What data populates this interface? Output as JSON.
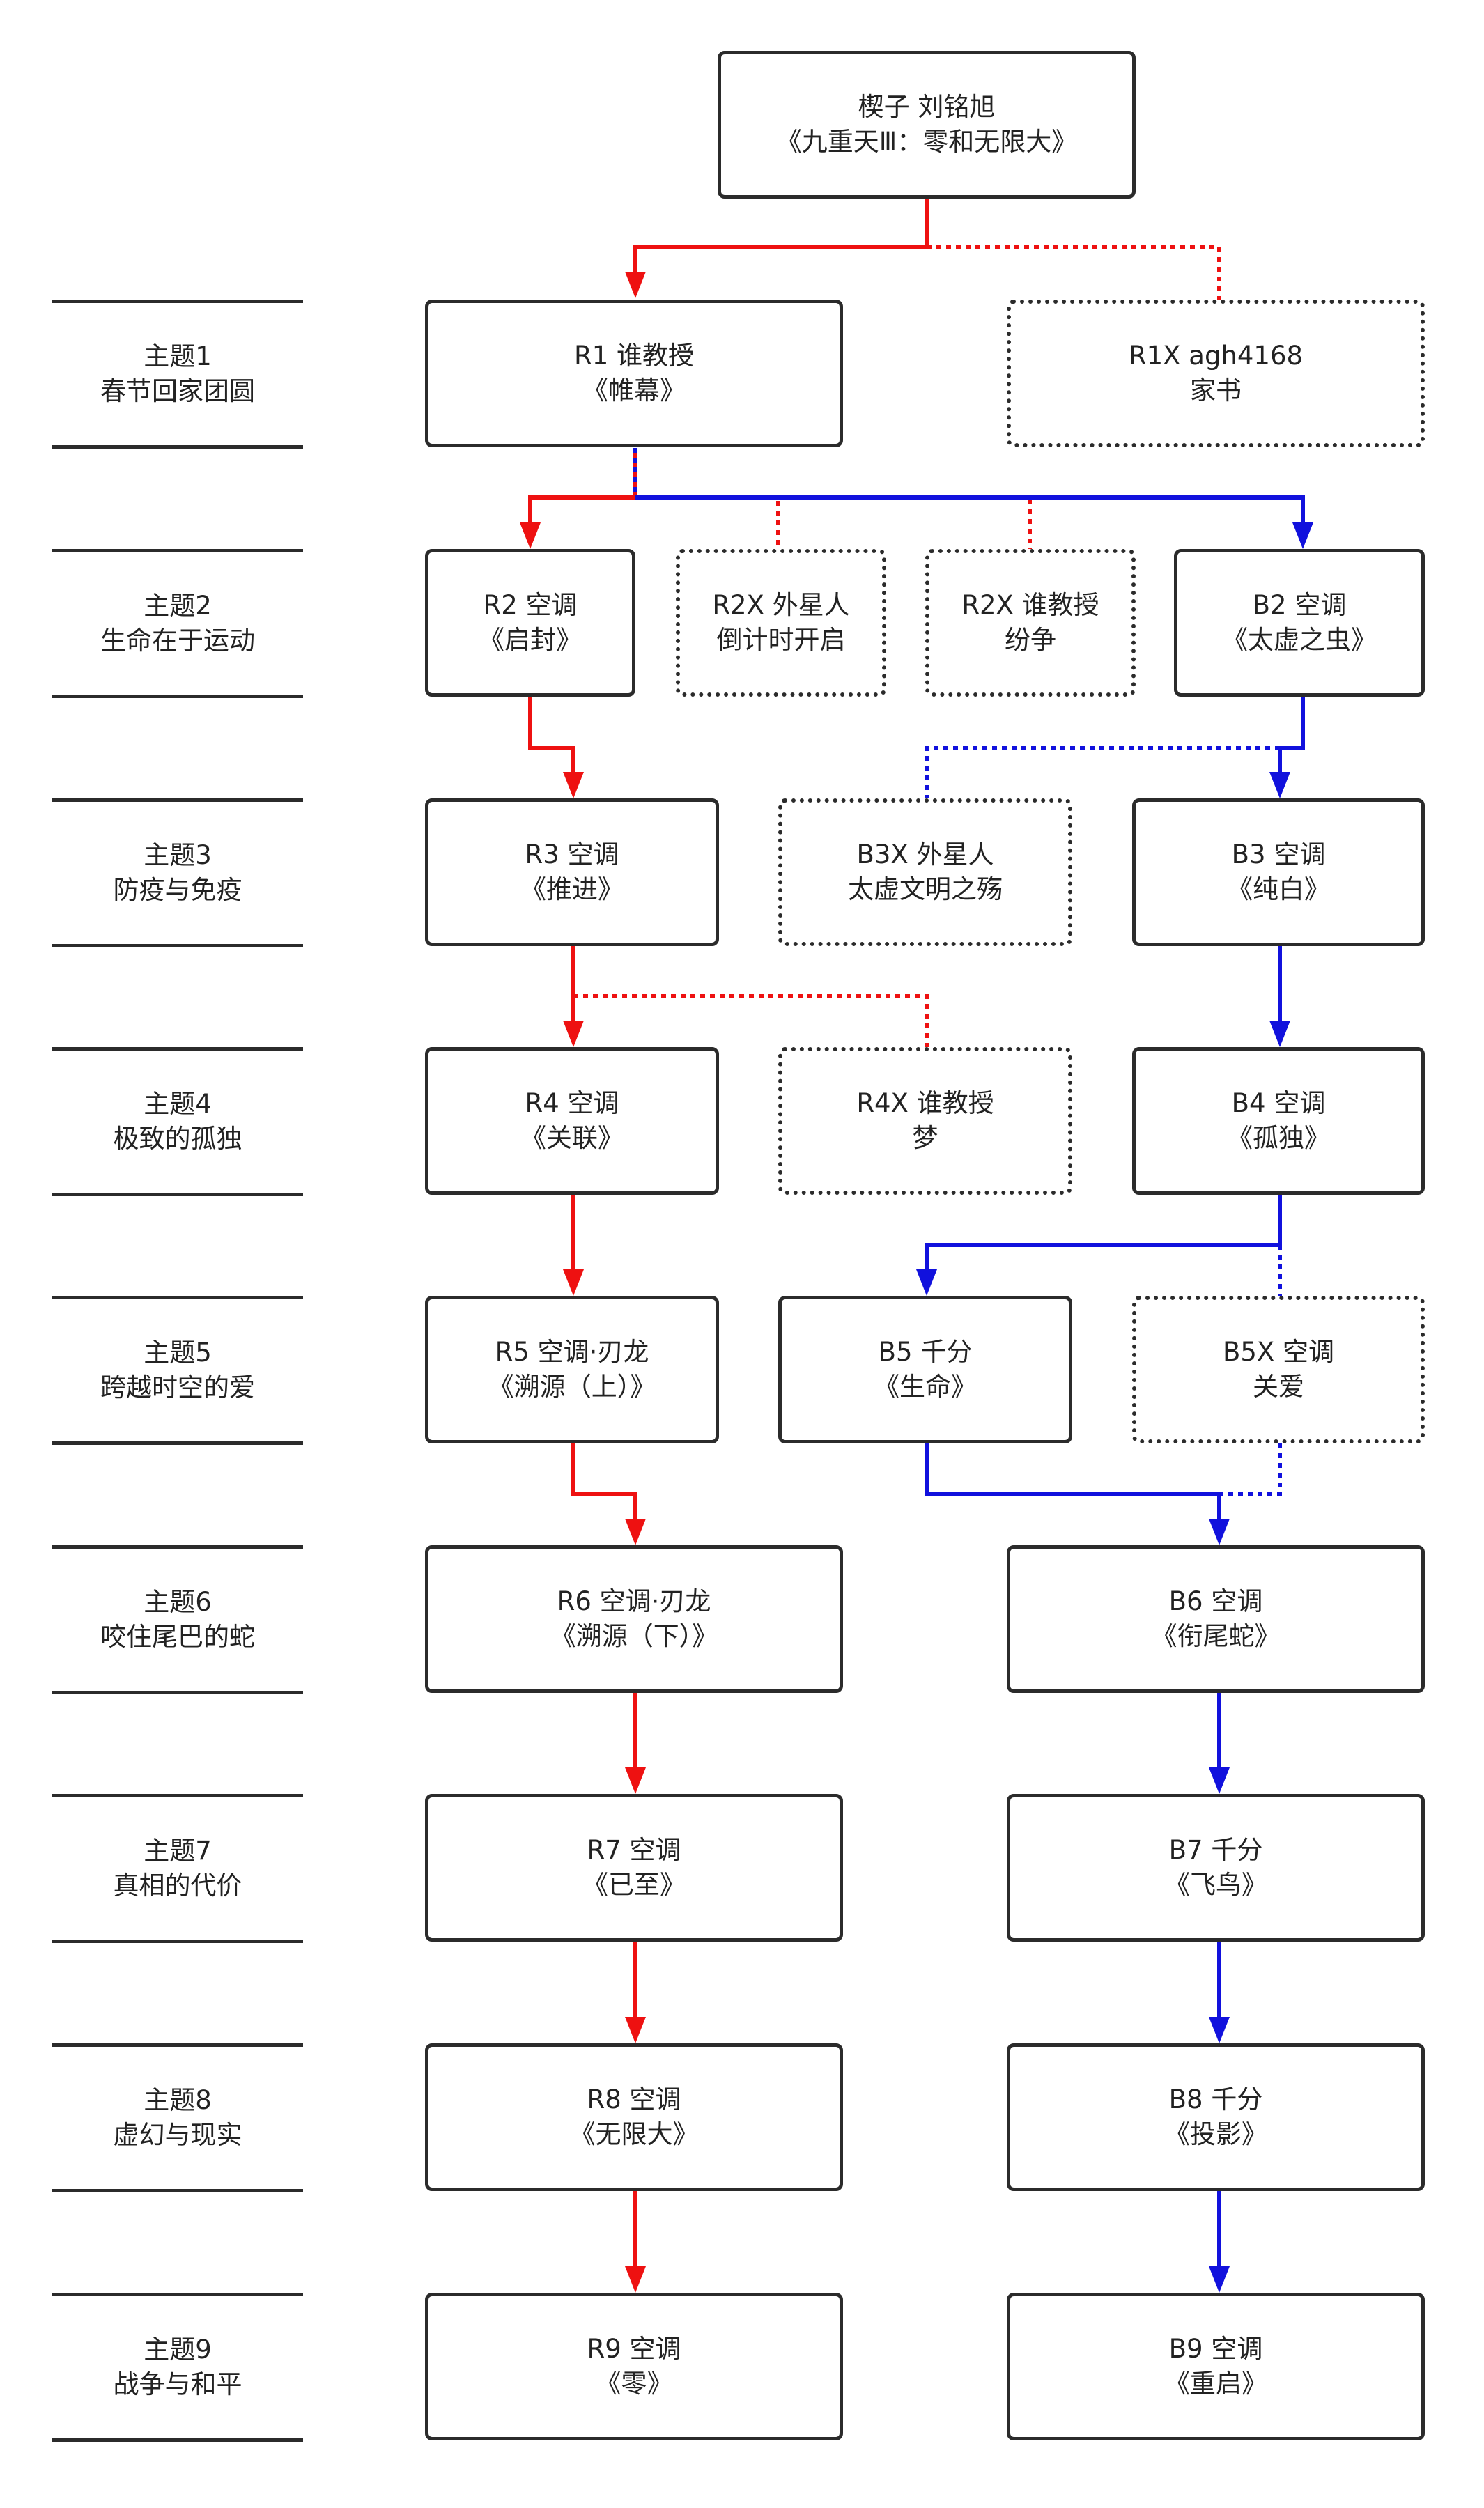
{
  "root": {
    "line1": "楔子 刘铭旭",
    "line2": "《九重天Ⅲ：零和无限大》"
  },
  "themes": [
    {
      "line1": "主题1",
      "line2": "春节回家团圆"
    },
    {
      "line1": "主题2",
      "line2": "生命在于运动"
    },
    {
      "line1": "主题3",
      "line2": "防疫与免疫"
    },
    {
      "line1": "主题4",
      "line2": "极致的孤独"
    },
    {
      "line1": "主题5",
      "line2": "跨越时空的爱"
    },
    {
      "line1": "主题6",
      "line2": "咬住尾巴的蛇"
    },
    {
      "line1": "主题7",
      "line2": "真相的代价"
    },
    {
      "line1": "主题8",
      "line2": "虚幻与现实"
    },
    {
      "line1": "主题9",
      "line2": "战争与和平"
    }
  ],
  "nodes": {
    "r1": {
      "line1": "R1 谁教授",
      "line2": "《帷幕》"
    },
    "r1x": {
      "line1": "R1X agh4168",
      "line2": "家书"
    },
    "r2": {
      "line1": "R2 空调",
      "line2": "《启封》"
    },
    "r2x_a": {
      "line1": "R2X 外星人",
      "line2": "倒计时开启"
    },
    "r2x_b": {
      "line1": "R2X 谁教授",
      "line2": "纷争"
    },
    "b2": {
      "line1": "B2 空调",
      "line2": "《太虚之虫》"
    },
    "r3": {
      "line1": "R3 空调",
      "line2": "《推进》"
    },
    "b3x": {
      "line1": "B3X 外星人",
      "line2": "太虚文明之殇"
    },
    "b3": {
      "line1": "B3 空调",
      "line2": "《纯白》"
    },
    "r4": {
      "line1": "R4 空调",
      "line2": "《关联》"
    },
    "r4x": {
      "line1": "R4X 谁教授",
      "line2": "梦"
    },
    "b4": {
      "line1": "B4 空调",
      "line2": "《孤独》"
    },
    "r5": {
      "line1": "R5 空调·刃龙",
      "line2": "《溯源（上）》"
    },
    "b5": {
      "line1": "B5 千分",
      "line2": "《生命》"
    },
    "b5x": {
      "line1": "B5X 空调",
      "line2": "关爱"
    },
    "r6": {
      "line1": "R6 空调·刃龙",
      "line2": "《溯源（下）》"
    },
    "b6": {
      "line1": "B6 空调",
      "line2": "《衔尾蛇》"
    },
    "r7": {
      "line1": "R7 空调",
      "line2": "《已至》"
    },
    "b7": {
      "line1": "B7 千分",
      "line2": "《飞鸟》"
    },
    "r8": {
      "line1": "R8 空调",
      "line2": "《无限大》"
    },
    "b8": {
      "line1": "B8 千分",
      "line2": "《投影》"
    },
    "r9": {
      "line1": "R9 空调",
      "line2": "《零》"
    },
    "b9": {
      "line1": "B9 空调",
      "line2": "《重启》"
    }
  },
  "colors": {
    "red_route": "#ee1111",
    "blue_route": "#1111dd",
    "border": "#2b2b2b"
  }
}
